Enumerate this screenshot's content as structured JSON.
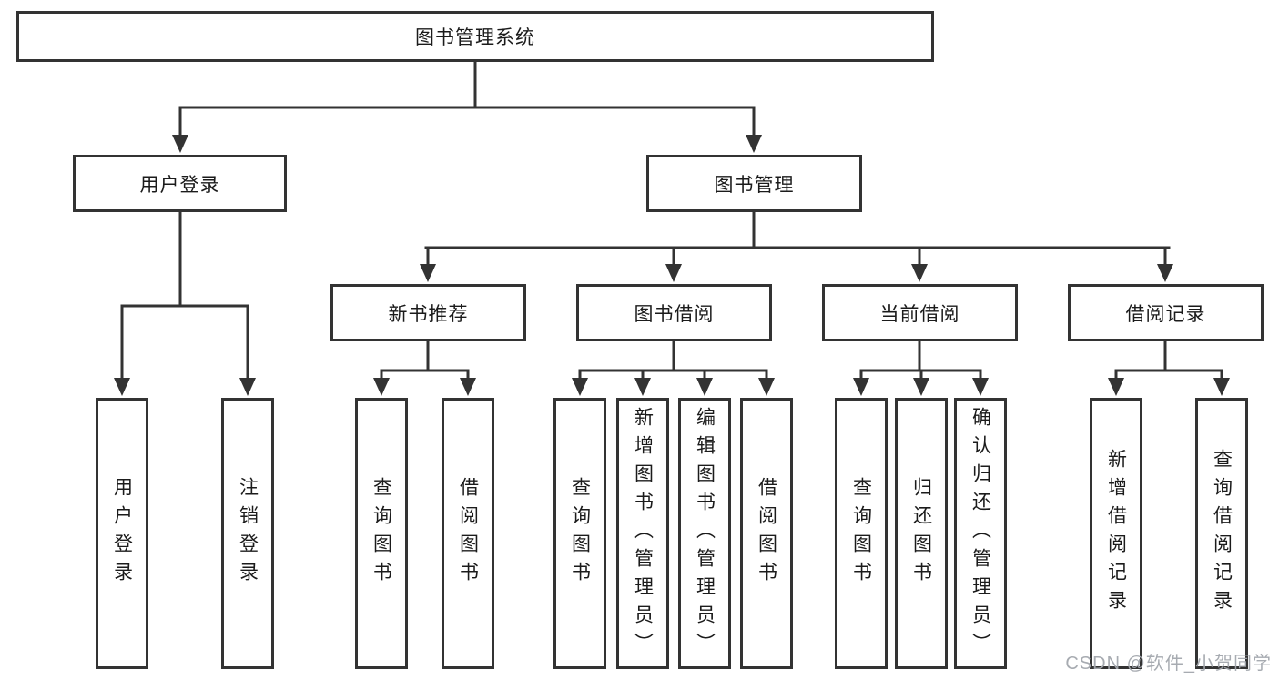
{
  "diagram": {
    "root": {
      "label": "图书管理系统"
    },
    "level2": [
      {
        "label": "用户登录"
      },
      {
        "label": "图书管理"
      }
    ],
    "level3": [
      {
        "label": "新书推荐"
      },
      {
        "label": "图书借阅"
      },
      {
        "label": "当前借阅"
      },
      {
        "label": "借阅记录"
      }
    ],
    "leaves": [
      {
        "label": "用户登录"
      },
      {
        "label": "注销登录"
      },
      {
        "label": "查询图书"
      },
      {
        "label": "借阅图书"
      },
      {
        "label": "查询图书"
      },
      {
        "label": "新增图书（管理员）"
      },
      {
        "label": "编辑图书（管理员）"
      },
      {
        "label": "借阅图书"
      },
      {
        "label": "查询图书"
      },
      {
        "label": "归还图书"
      },
      {
        "label": "确认归还（管理员）"
      },
      {
        "label": "新增借阅记录"
      },
      {
        "label": "查询借阅记录"
      }
    ]
  },
  "watermark": {
    "text": "CSDN @软件_小贺同学"
  },
  "colors": {
    "line": "#333333",
    "text": "#1b1b1b",
    "background": "#ffffff",
    "watermark": "#a2a7ad"
  }
}
